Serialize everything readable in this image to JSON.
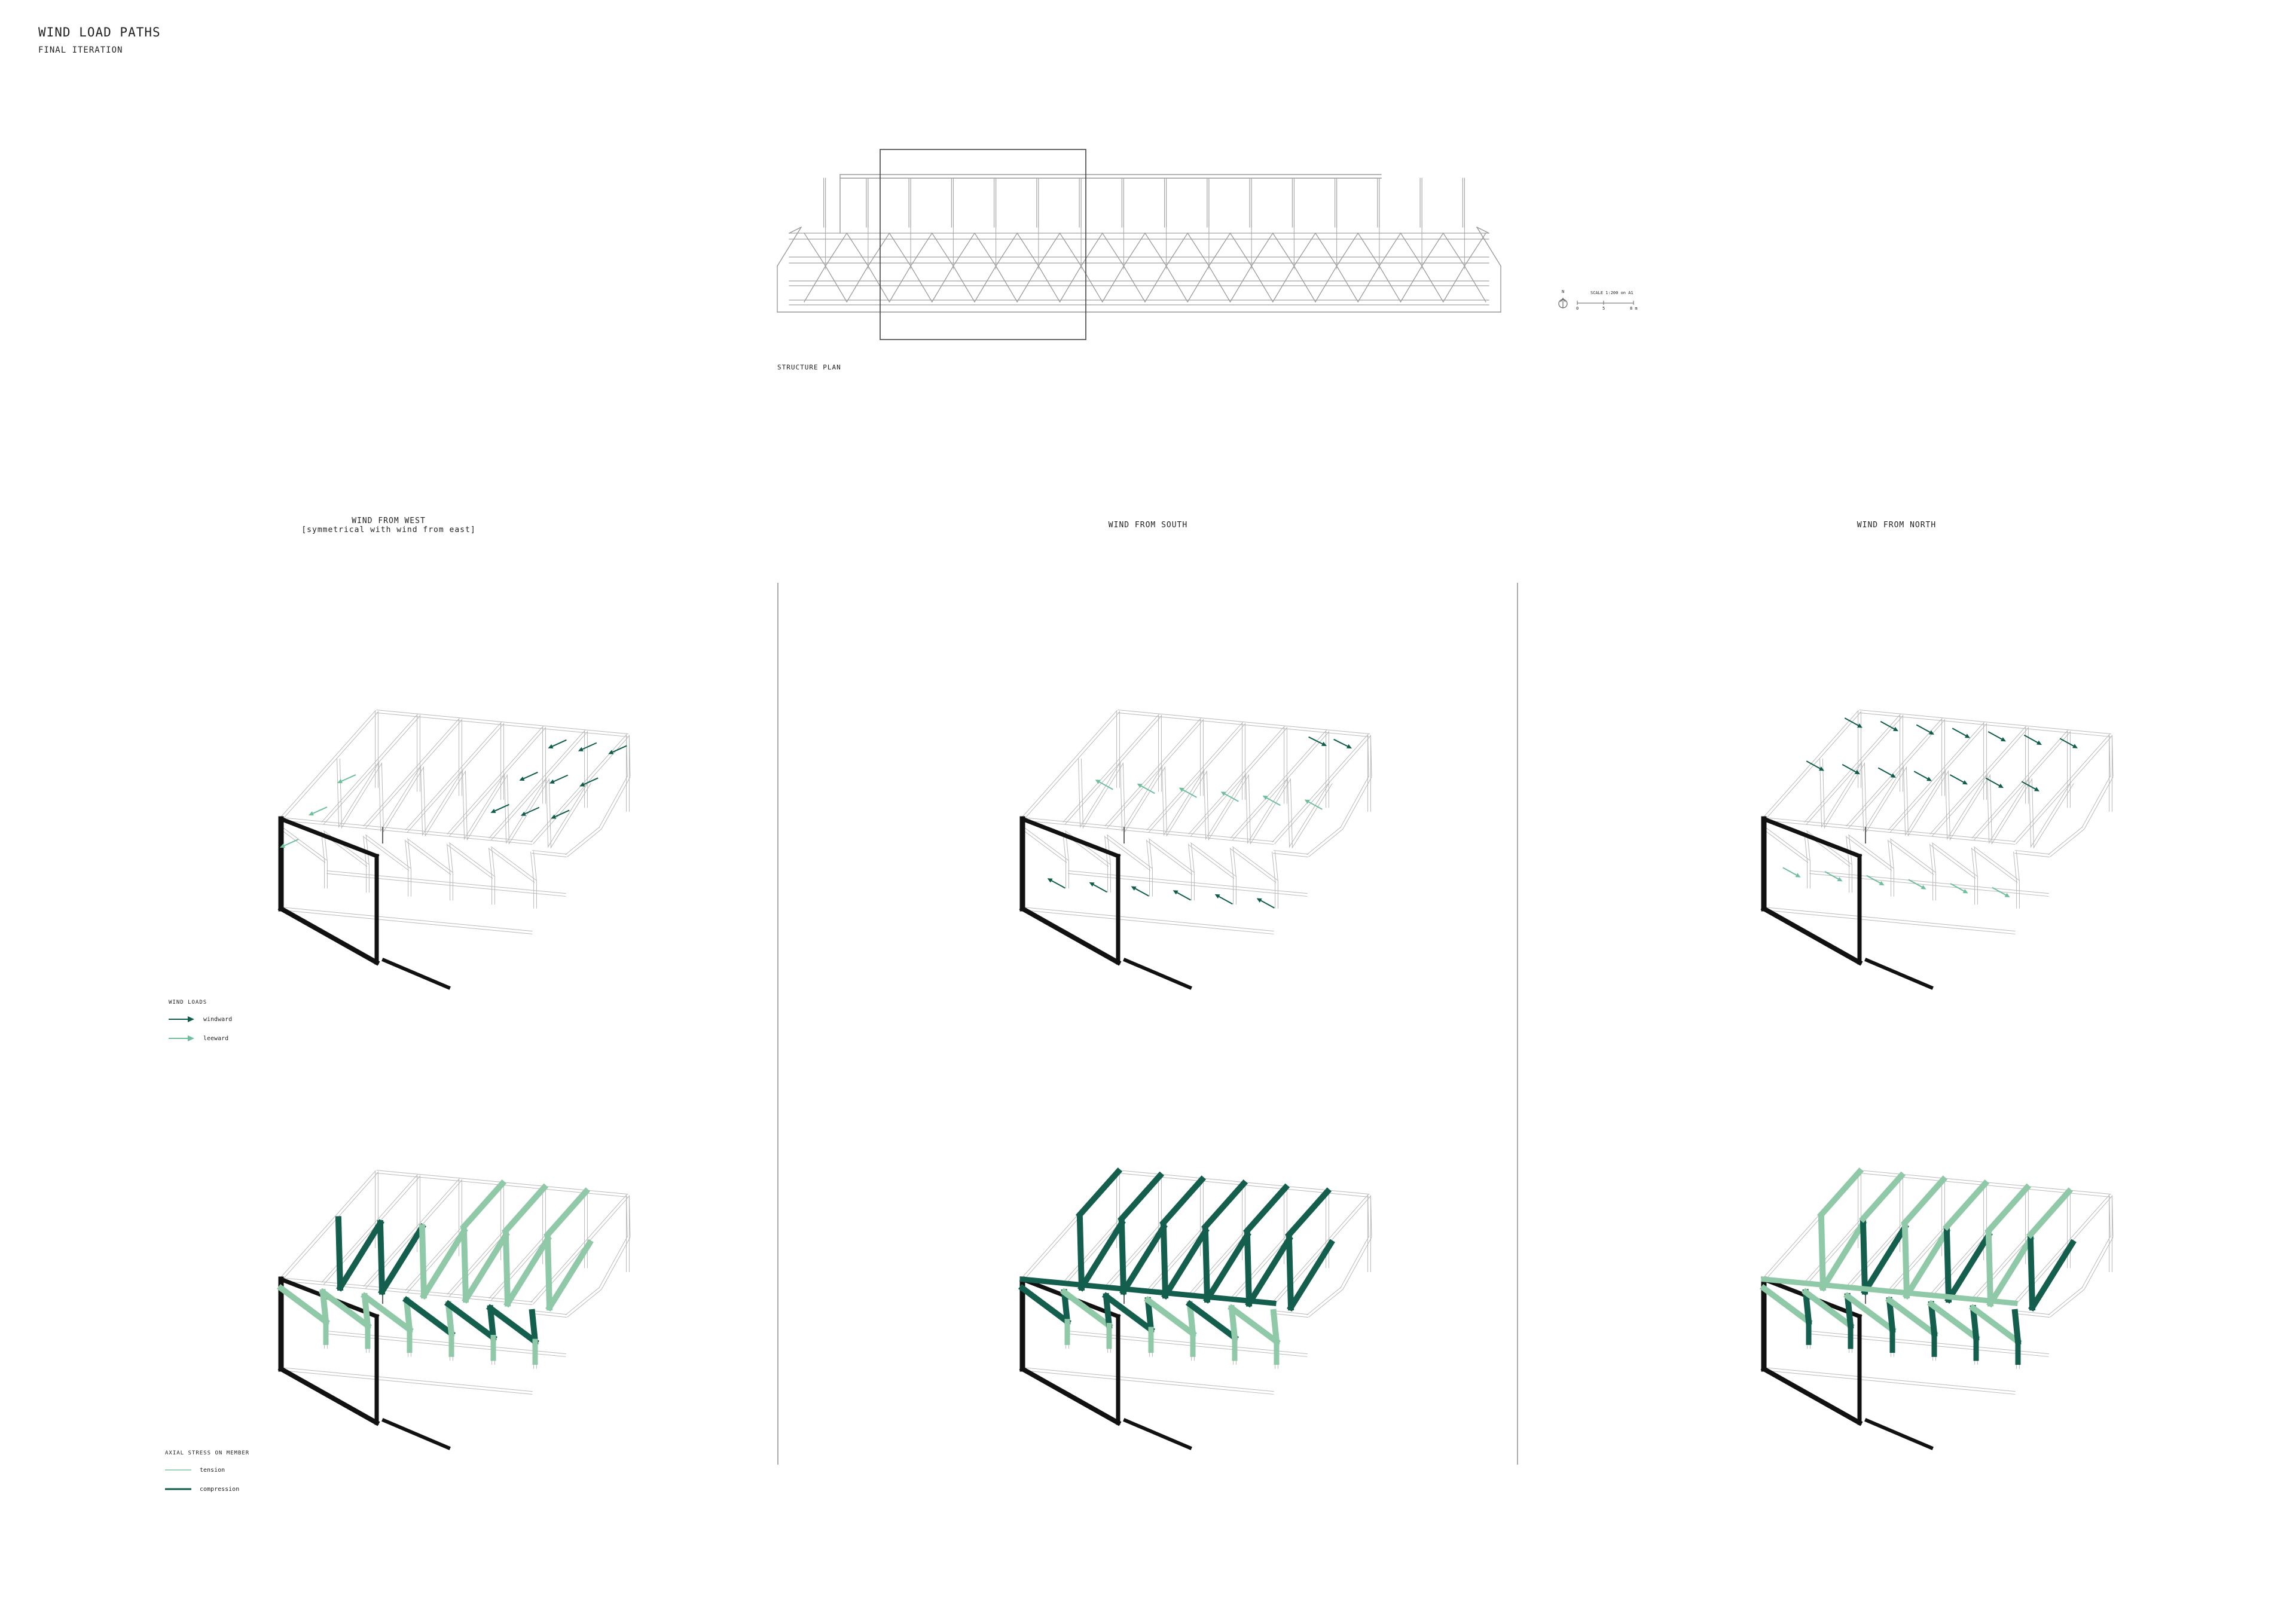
{
  "header": {
    "title": "WIND LOAD PATHS",
    "subtitle": "FINAL ITERATION"
  },
  "plan": {
    "label": "STRUCTURE PLAN",
    "scale_label": "SCALE 1:200 on A1",
    "scale_ticks": [
      "0",
      "5",
      "8 m"
    ],
    "north_label": "N"
  },
  "columns": [
    {
      "title": "WIND FROM WEST\n[symmetrical with wind from east]"
    },
    {
      "title": "WIND FROM SOUTH"
    },
    {
      "title": "WIND FROM NORTH"
    }
  ],
  "legend_loads": {
    "title": "WIND LOADS",
    "items": [
      {
        "label": "windward",
        "color": "#0f5c4a"
      },
      {
        "label": "leeward",
        "color": "#6fbf9c"
      }
    ]
  },
  "legend_stress": {
    "title": "AXIAL STRESS ON MEMBER",
    "items": [
      {
        "label": "tension",
        "color": "#9fd4b8"
      },
      {
        "label": "compression",
        "color": "#0f5c4a"
      }
    ]
  },
  "colors": {
    "windward": "#0f5c4a",
    "leeward": "#6fbf9c",
    "tension": "#8fc9a7",
    "compression": "#135e4c",
    "frame": "#111111",
    "wire": "#bbbbbb"
  }
}
